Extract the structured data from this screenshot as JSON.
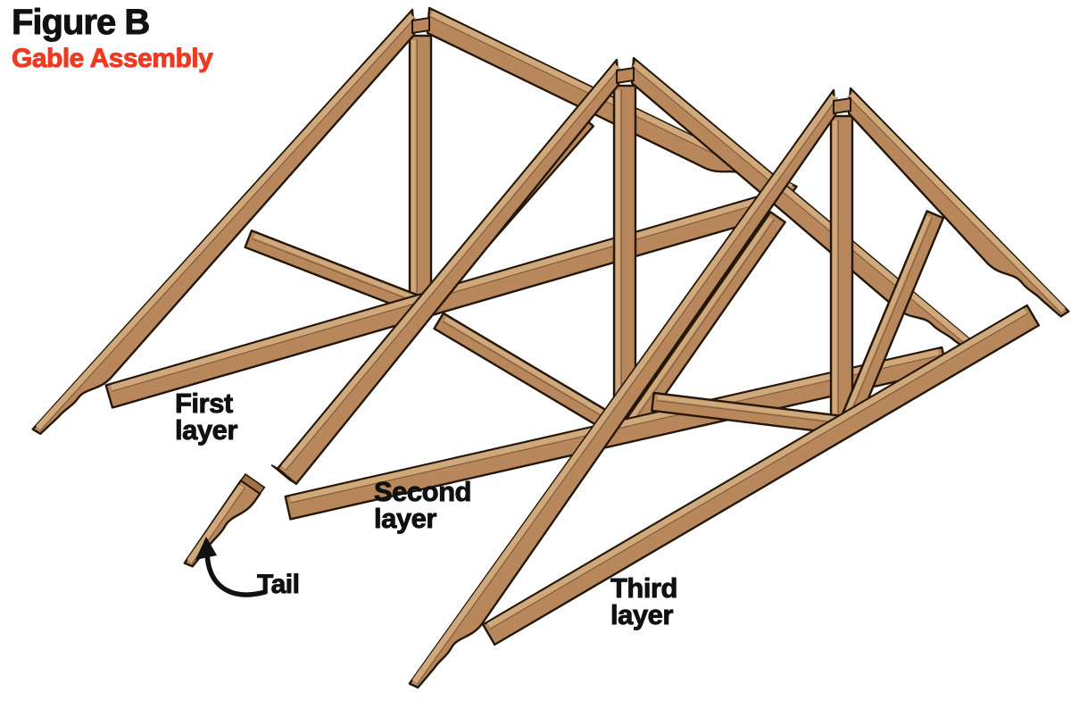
{
  "figure": {
    "title": "Figure B",
    "subtitle": "Gable Assembly"
  },
  "labels": {
    "first_layer": "First\nlayer",
    "second_layer": "Second\nlayer",
    "third_layer": "Third\nlayer",
    "tail": "Tail"
  },
  "colors": {
    "background": "#ffffff",
    "wood_face": "#b9875c",
    "wood_edge_highlight": "#cfa97c",
    "wood_end_grain": "#a0714a",
    "wood_seam": "#6e4d30",
    "outline": "#241709",
    "title_text": "#111111",
    "subtitle_text": "#ee3a22",
    "label_text": "#111111",
    "arrow": "#111111"
  }
}
